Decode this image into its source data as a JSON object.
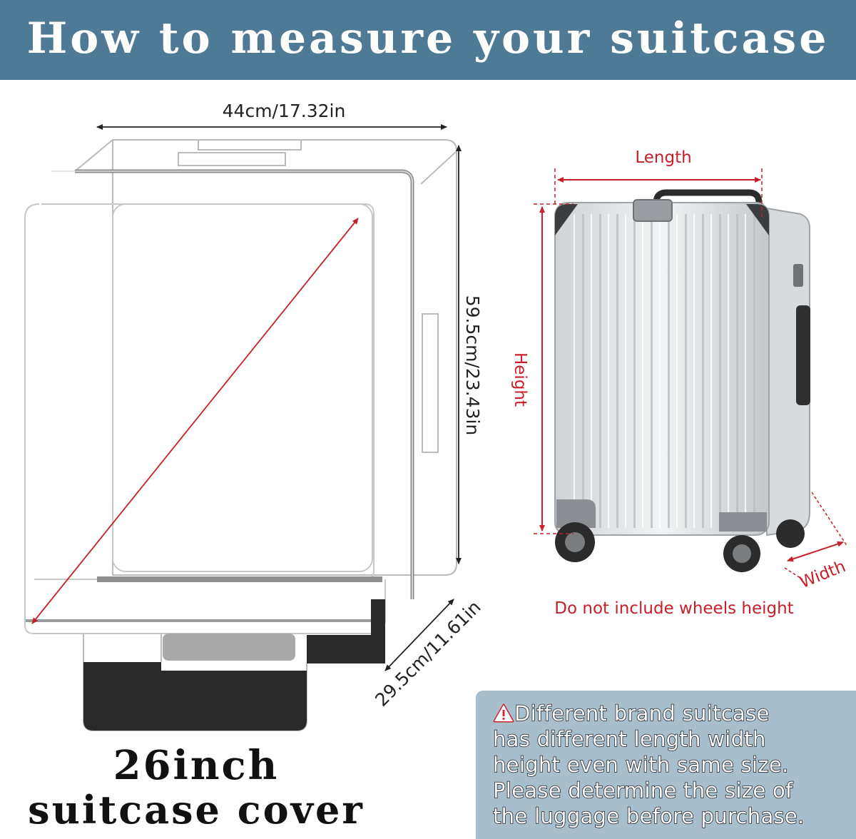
{
  "header": {
    "title": "How to measure your suitcase"
  },
  "left_diagram": {
    "width_label": "44cm/17.32in",
    "height_label": "59.5cm/23.43in",
    "depth_label": "29.5cm/11.61in"
  },
  "right_diagram": {
    "length_label": "Length",
    "height_label": "Height",
    "width_label": "Width",
    "wheels_note": "Do not include wheels height"
  },
  "caption": {
    "line1": "26inch",
    "line2": "suitcase cover"
  },
  "notice": {
    "icon": "warning-triangle-icon",
    "text": "Different brand suitcase\nhas different length width\nheight even with same size.\nPlease determine the size of\nthe luggage before purchase."
  },
  "colors": {
    "banner": "#4f7a96",
    "measure_red": "#c8202a",
    "notice_bg": "#a7bfcd"
  }
}
